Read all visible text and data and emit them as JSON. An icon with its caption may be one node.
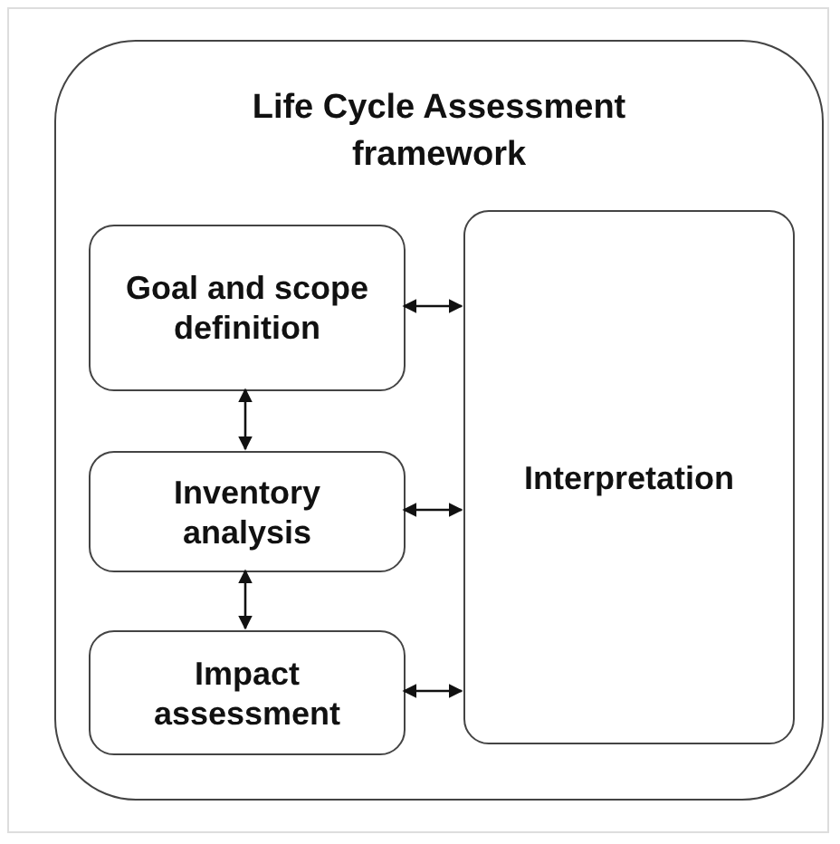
{
  "diagram": {
    "nodes": [
      {
        "text": [
          "Life Cycle Assessment framework"
        ]
      },
      {
        "text": [
          "Goal and scope definition"
        ],
        "in": 0
      },
      {
        "text": [
          "Inventory analysis"
        ],
        "in": 0
      },
      {
        "text": [
          "Impact assessment"
        ],
        "in": 0
      },
      {
        "text": [
          "Interpretation"
        ],
        "in": 0
      }
    ],
    "edges": [
      {
        "from": 1,
        "to": 4,
        "arrow": "both"
      },
      {
        "from": 1,
        "to": 2,
        "arrow": "both"
      },
      {
        "from": 2,
        "to": 4,
        "arrow": "both"
      },
      {
        "from": 2,
        "to": 3,
        "arrow": "both"
      },
      {
        "from": 3,
        "to": 4,
        "arrow": "both"
      }
    ]
  }
}
